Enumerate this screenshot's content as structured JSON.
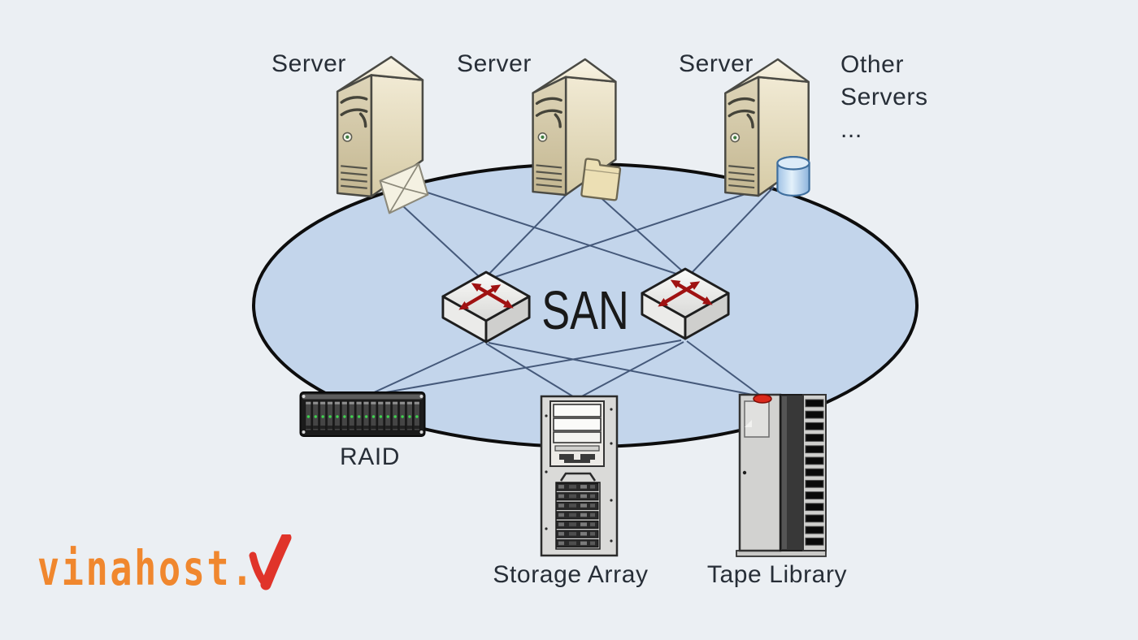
{
  "diagram_title": "SAN",
  "colors": {
    "background": "#ebeff3",
    "ellipse_fill": "#c3d5eb",
    "ellipse_stroke": "#0d0d0d",
    "connection_line": "#45597a",
    "label_text": "#272e37",
    "switch_arrow_red": "#a01212",
    "server_beige": "#e6ddc2",
    "cylinder_blue": "#b9d6ef",
    "logo_orange": "#f0872e",
    "logo_check_red": "#e0342a"
  },
  "labels": {
    "server1": "Server",
    "server2": "Server",
    "server3": "Server",
    "other_servers": "Other Servers ...",
    "san": "SAN",
    "raid": "RAID",
    "storage_array": "Storage Array",
    "tape_library": "Tape Library"
  },
  "devices": {
    "servers": [
      "server-1",
      "server-2",
      "server-3"
    ],
    "switches": [
      "fc-switch-1",
      "fc-switch-2"
    ],
    "storage": [
      "raid-array",
      "storage-array",
      "tape-library"
    ],
    "accessory_icons": [
      "envelope-icon",
      "folder-icon",
      "database-cylinder-icon"
    ]
  },
  "branding": {
    "logo_text": "vinahost."
  }
}
